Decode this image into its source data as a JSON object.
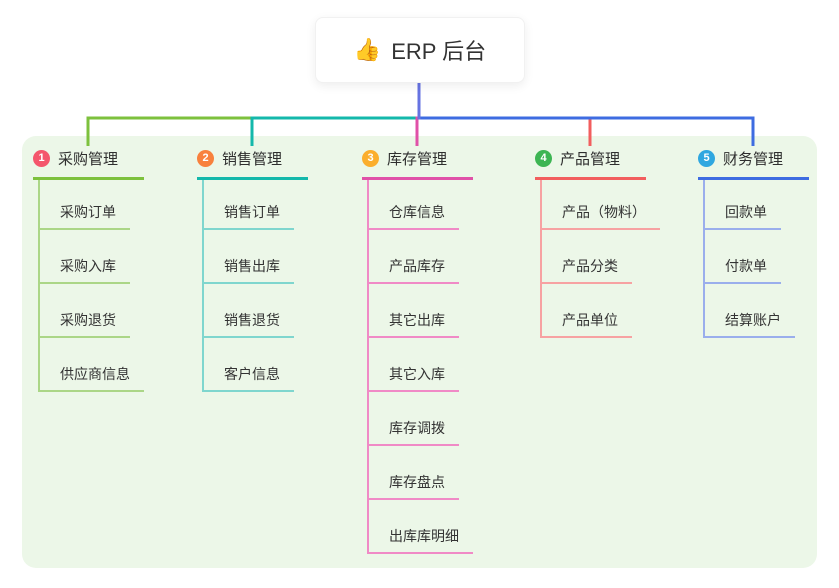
{
  "root": {
    "icon": "👍",
    "label": "ERP 后台"
  },
  "colors": {
    "canvas_bg": "#ffffff",
    "container_bg": "#ecf7e8",
    "root_stub_line": "#6673e2",
    "text": "#333333"
  },
  "branches": [
    {
      "num": "1",
      "label": "采购管理",
      "badge_color": "#f4566c",
      "line_color": "#7dc13d",
      "child_line_color": "#abd687",
      "children": [
        "采购订单",
        "采购入库",
        "采购退货",
        "供应商信息"
      ]
    },
    {
      "num": "2",
      "label": "销售管理",
      "badge_color": "#f8813d",
      "line_color": "#14b8ab",
      "child_line_color": "#7fd6ce",
      "children": [
        "销售订单",
        "销售出库",
        "销售退货",
        "客户信息"
      ]
    },
    {
      "num": "3",
      "label": "库存管理",
      "badge_color": "#fbae2d",
      "line_color": "#e051a8",
      "child_line_color": "#f08ac6",
      "children": [
        "仓库信息",
        "产品库存",
        "其它出库",
        "其它入库",
        "库存调拨",
        "库存盘点",
        "出库库明细"
      ]
    },
    {
      "num": "4",
      "label": "产品管理",
      "badge_color": "#3db553",
      "line_color": "#f25e5e",
      "child_line_color": "#f7a2a2",
      "children": [
        "产品（物料）",
        "产品分类",
        "产品单位"
      ]
    },
    {
      "num": "5",
      "label": "财务管理",
      "badge_color": "#2fa7e0",
      "line_color": "#3e6ce1",
      "child_line_color": "#9aaeec",
      "children": [
        "回款单",
        "付款单",
        "结算账户"
      ]
    }
  ]
}
